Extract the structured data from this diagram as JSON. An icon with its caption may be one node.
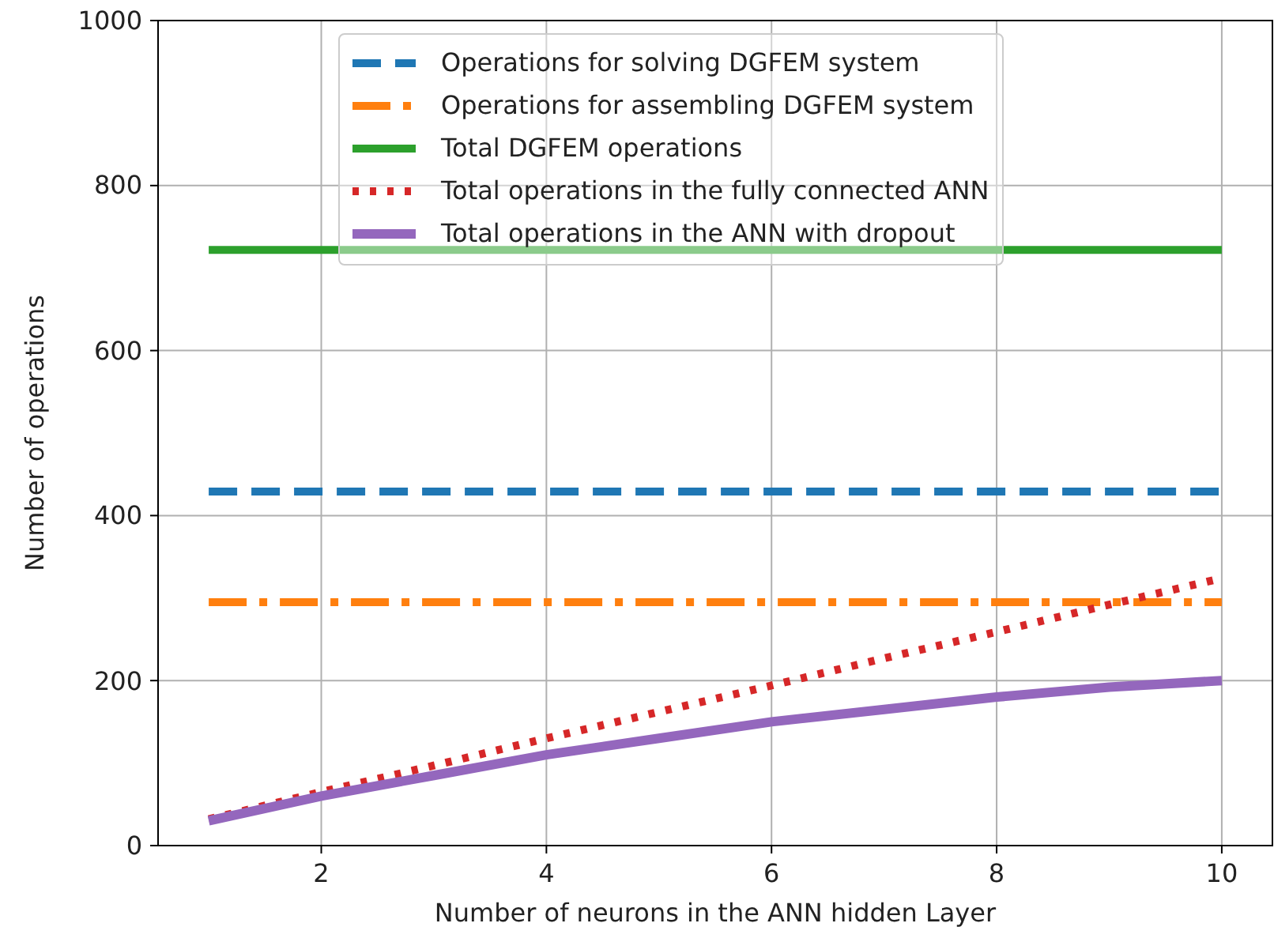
{
  "diagram": {
    "chart_data": {
      "type": "line",
      "xlabel": "Number of neurons in the ANN hidden Layer",
      "ylabel": "Number of operations",
      "x": [
        1,
        2,
        3,
        4,
        5,
        6,
        7,
        8,
        9,
        10
      ],
      "series": [
        {
          "name": "Operations for solving DGFEM system",
          "color": "#1f77b4",
          "line_style": "dashed",
          "values": [
            429,
            429,
            429,
            429,
            429,
            429,
            429,
            429,
            429,
            429
          ]
        },
        {
          "name": "Operations for assembling DGFEM system",
          "color": "#ff7f0e",
          "line_style": "dashdot",
          "values": [
            295,
            295,
            295,
            295,
            295,
            295,
            295,
            295,
            295,
            295
          ]
        },
        {
          "name": "Total DGFEM operations",
          "color": "#2ca02c",
          "line_style": "solid",
          "values": [
            722,
            722,
            722,
            722,
            722,
            722,
            722,
            722,
            722,
            722
          ]
        },
        {
          "name": "Total operations in the fully connected ANN",
          "color": "#d62728",
          "line_style": "dotted",
          "values": [
            32,
            65,
            97,
            130,
            162,
            194,
            227,
            259,
            292,
            324
          ]
        },
        {
          "name": "Total operations in the ANN with dropout",
          "color": "#9467bd",
          "line_style": "solid",
          "values": [
            30,
            60,
            85,
            110,
            130,
            150,
            165,
            180,
            192,
            200
          ]
        }
      ],
      "xlim": [
        0.55,
        10.45
      ],
      "ylim": [
        0,
        1000
      ],
      "xticks": [
        2,
        4,
        6,
        8,
        10
      ],
      "yticks": [
        0,
        200,
        400,
        600,
        800,
        1000
      ],
      "grid": true,
      "legend": true
    }
  }
}
